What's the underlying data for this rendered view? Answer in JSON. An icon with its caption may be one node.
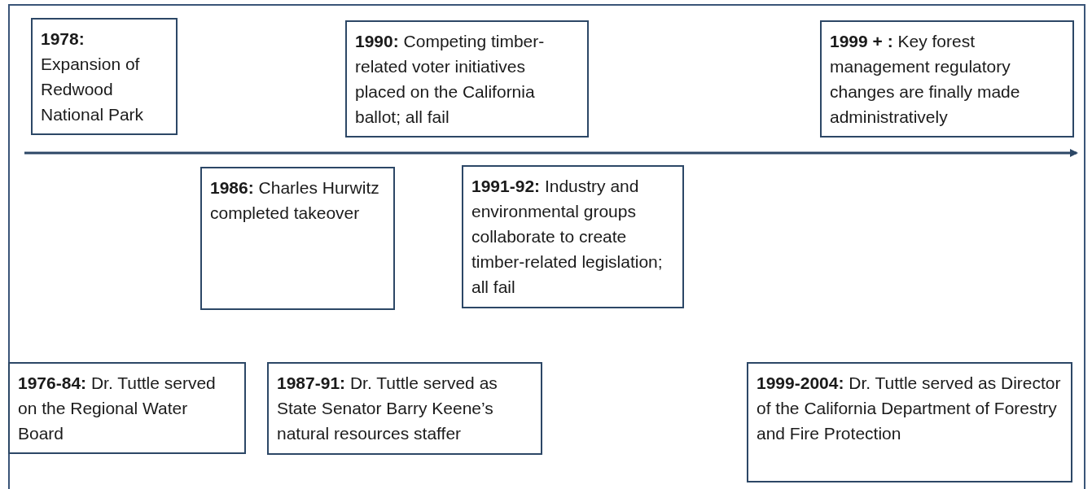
{
  "diagram": {
    "nodes": [
      {
        "text": [
          "**1978:** Expansion of Redwood National Park"
        ]
      },
      {
        "text": [
          "**1990:** Competing timber-related voter initiatives placed on the California ballot; all fail"
        ]
      },
      {
        "text": [
          "**1999 + :** Key forest management regulatory changes are finally made administratively"
        ]
      },
      {
        "text": [
          "**1986:** Charles Hurwitz completed takeover"
        ]
      },
      {
        "text": [
          "**1991-92:** Industry and environmental groups collaborate to create timber-related legislation; all fail"
        ]
      },
      {
        "text": [
          "**1976-84:** Dr. Tuttle served on the Regional Water Board"
        ]
      },
      {
        "text": [
          "**1987-91:** Dr. Tuttle served as State Senator Barry Keene’s natural resources staffer"
        ]
      },
      {
        "text": [
          "**1999-2004:** Dr. Tuttle served as Director of the California Department of Forestry and Fire Protection"
        ]
      }
    ],
    "edges": []
  }
}
